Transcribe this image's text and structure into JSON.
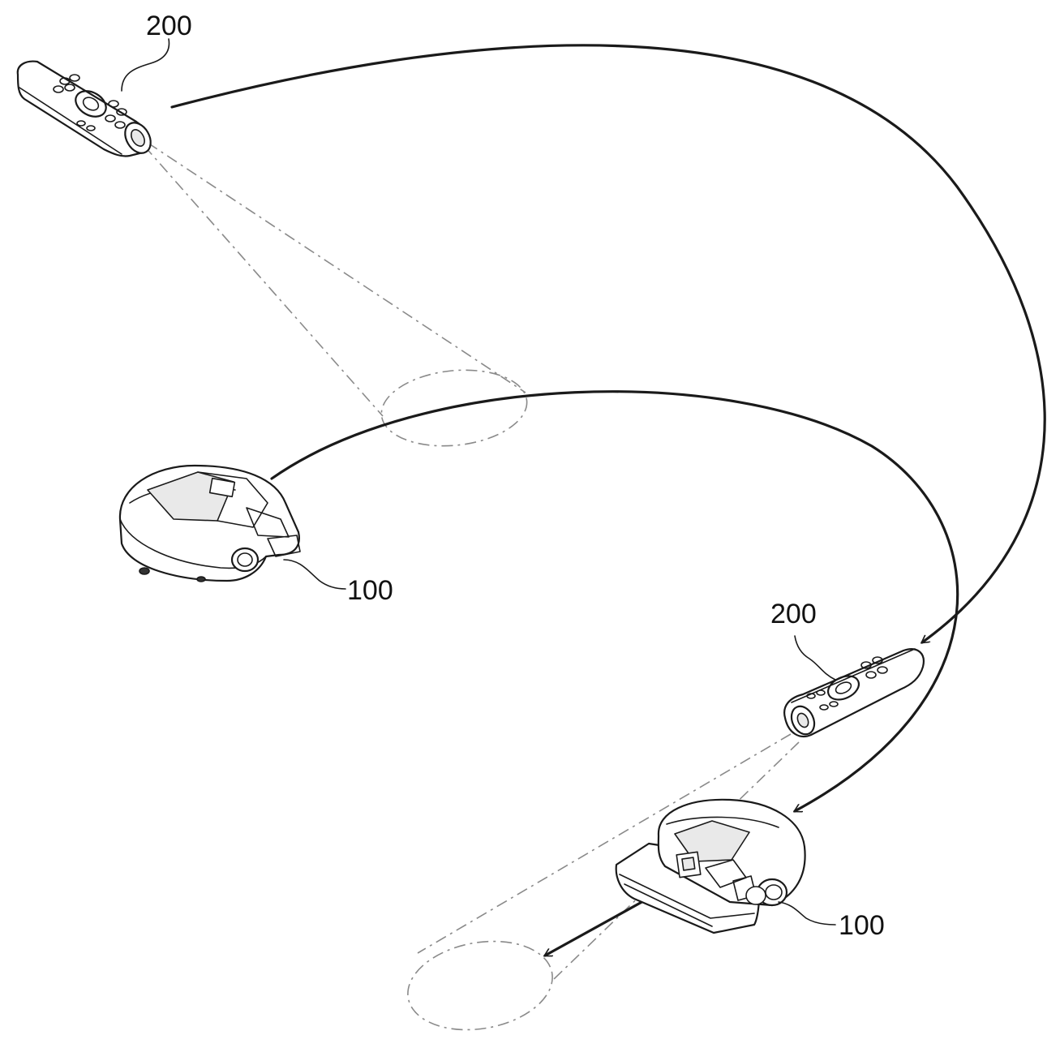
{
  "labels": {
    "remote_top": "200",
    "robot_left": "100",
    "remote_right": "200",
    "robot_bottom": "100"
  },
  "colors": {
    "ink": "#1a1a1a",
    "beam": "#8a8a8a",
    "background": "#ffffff"
  }
}
